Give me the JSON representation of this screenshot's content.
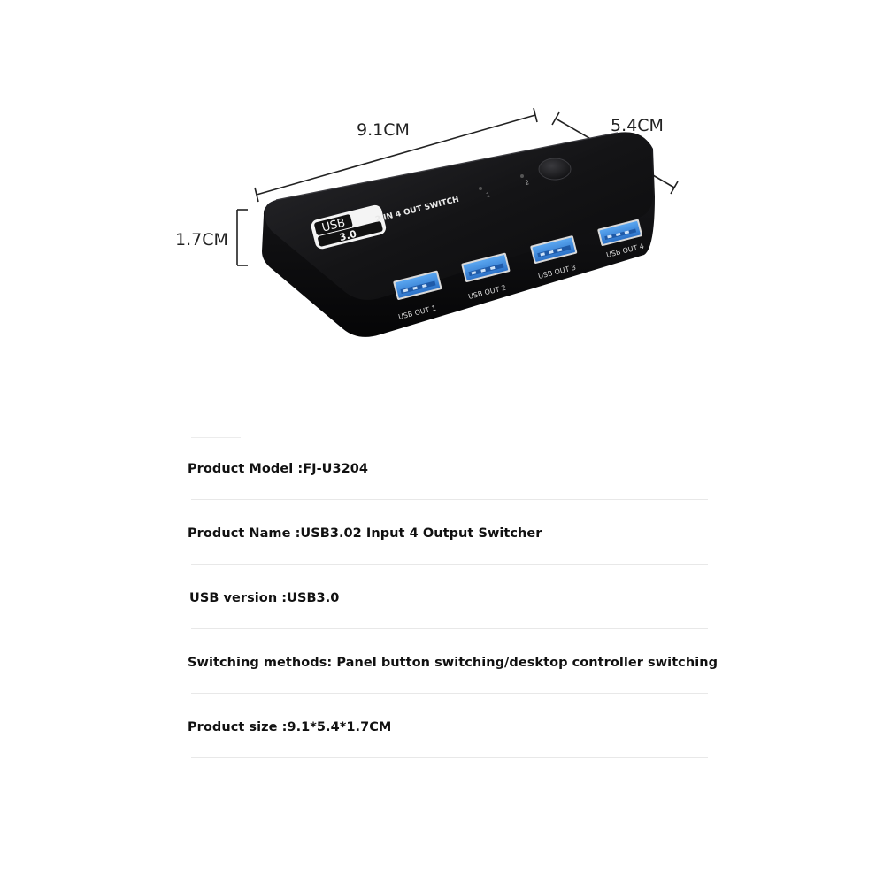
{
  "dimensions": {
    "length": "9.1CM",
    "width": "5.4CM",
    "height": "1.7CM"
  },
  "device": {
    "badge_top": "USB",
    "badge_bottom": "3.0",
    "title": "2 IN 4 OUT SWITCH",
    "led_1": "1",
    "led_2": "2",
    "ports": [
      "USB OUT 1",
      "USB OUT 2",
      "USB OUT 3",
      "USB OUT 4"
    ]
  },
  "colors": {
    "body": "#0d0d0f",
    "port_blue": "#3b8be0",
    "background": "#ffffff"
  },
  "specs": [
    "Product Model :FJ-U3204",
    "Product Name :USB3.02 Input 4 Output Switcher",
    "USB version :USB3.0",
    "Switching methods: Panel button switching/desktop controller switching",
    "Product size :9.1*5.4*1.7CM"
  ]
}
